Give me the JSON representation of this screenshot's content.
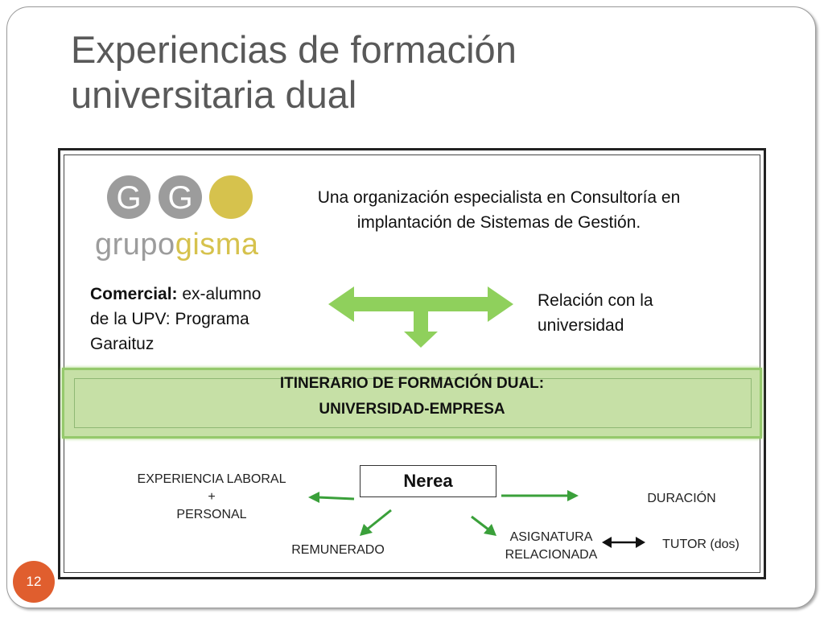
{
  "slide": {
    "title_line1": "Experiencias de formación",
    "title_line2": "universitaria dual",
    "page_number": "12"
  },
  "logo": {
    "brand_prefix": "grupo",
    "brand_suffix": "gisma",
    "letter1": "G",
    "letter2": "G",
    "colors": {
      "grey": "#9c9c9c",
      "yellow": "#d6c24d"
    }
  },
  "company": {
    "description_line1": "Una organización especialista en Consultoría en",
    "description_line2": "implantación de Sistemas de Gestión."
  },
  "left_note": {
    "bold": "Comercial:",
    "rest_line1": " ex-alumno",
    "line2": "de la UPV: Programa",
    "line3": "Garaituz"
  },
  "right_note": {
    "line1": "Relación con la",
    "line2": "universidad"
  },
  "band": {
    "line1": "ITINERARIO DE FORMACIÓN DUAL:",
    "line2": "UNIVERSIDAD-EMPRESA",
    "color": "#c6e0a6"
  },
  "center_node": {
    "label": "Nerea"
  },
  "outcomes": {
    "experiencia_line1": "EXPERIENCIA LABORAL",
    "experiencia_line2": "+",
    "experiencia_line3": "PERSONAL",
    "duracion": "DURACIÓN",
    "remunerado": "REMUNERADO",
    "asignatura_line1": "ASIGNATURA",
    "asignatura_line2": "RELACIONADA",
    "tutor": "TUTOR (dos)"
  },
  "colors": {
    "arrow_green": "#3aa03a",
    "big_arrow_green": "#8fd05c",
    "badge": "#e05e2e"
  }
}
